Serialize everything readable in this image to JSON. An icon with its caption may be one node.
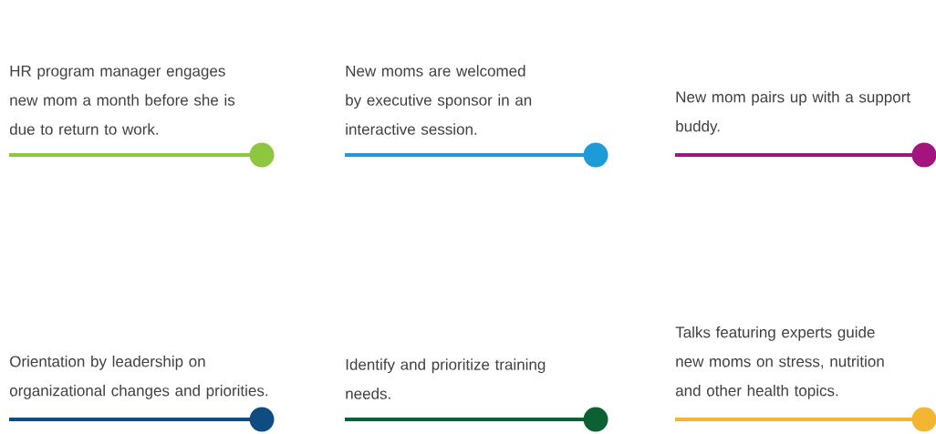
{
  "diagram": {
    "nodes": [
      {
        "text": [
          "HR program manager engages new mom a month before she is due to return to work."
        ]
      },
      {
        "text": [
          "New moms are welcomed by executive sponsor in an interactive session."
        ]
      },
      {
        "text": [
          "New mom pairs up with a support buddy."
        ]
      },
      {
        "text": [
          "Orientation by leadership on organizational changes and priorities."
        ]
      },
      {
        "text": [
          "Identify and prioritize training needs."
        ]
      },
      {
        "text": [
          "Talks featuring experts guide new moms on stress, nutrition and other health topics."
        ]
      }
    ]
  }
}
